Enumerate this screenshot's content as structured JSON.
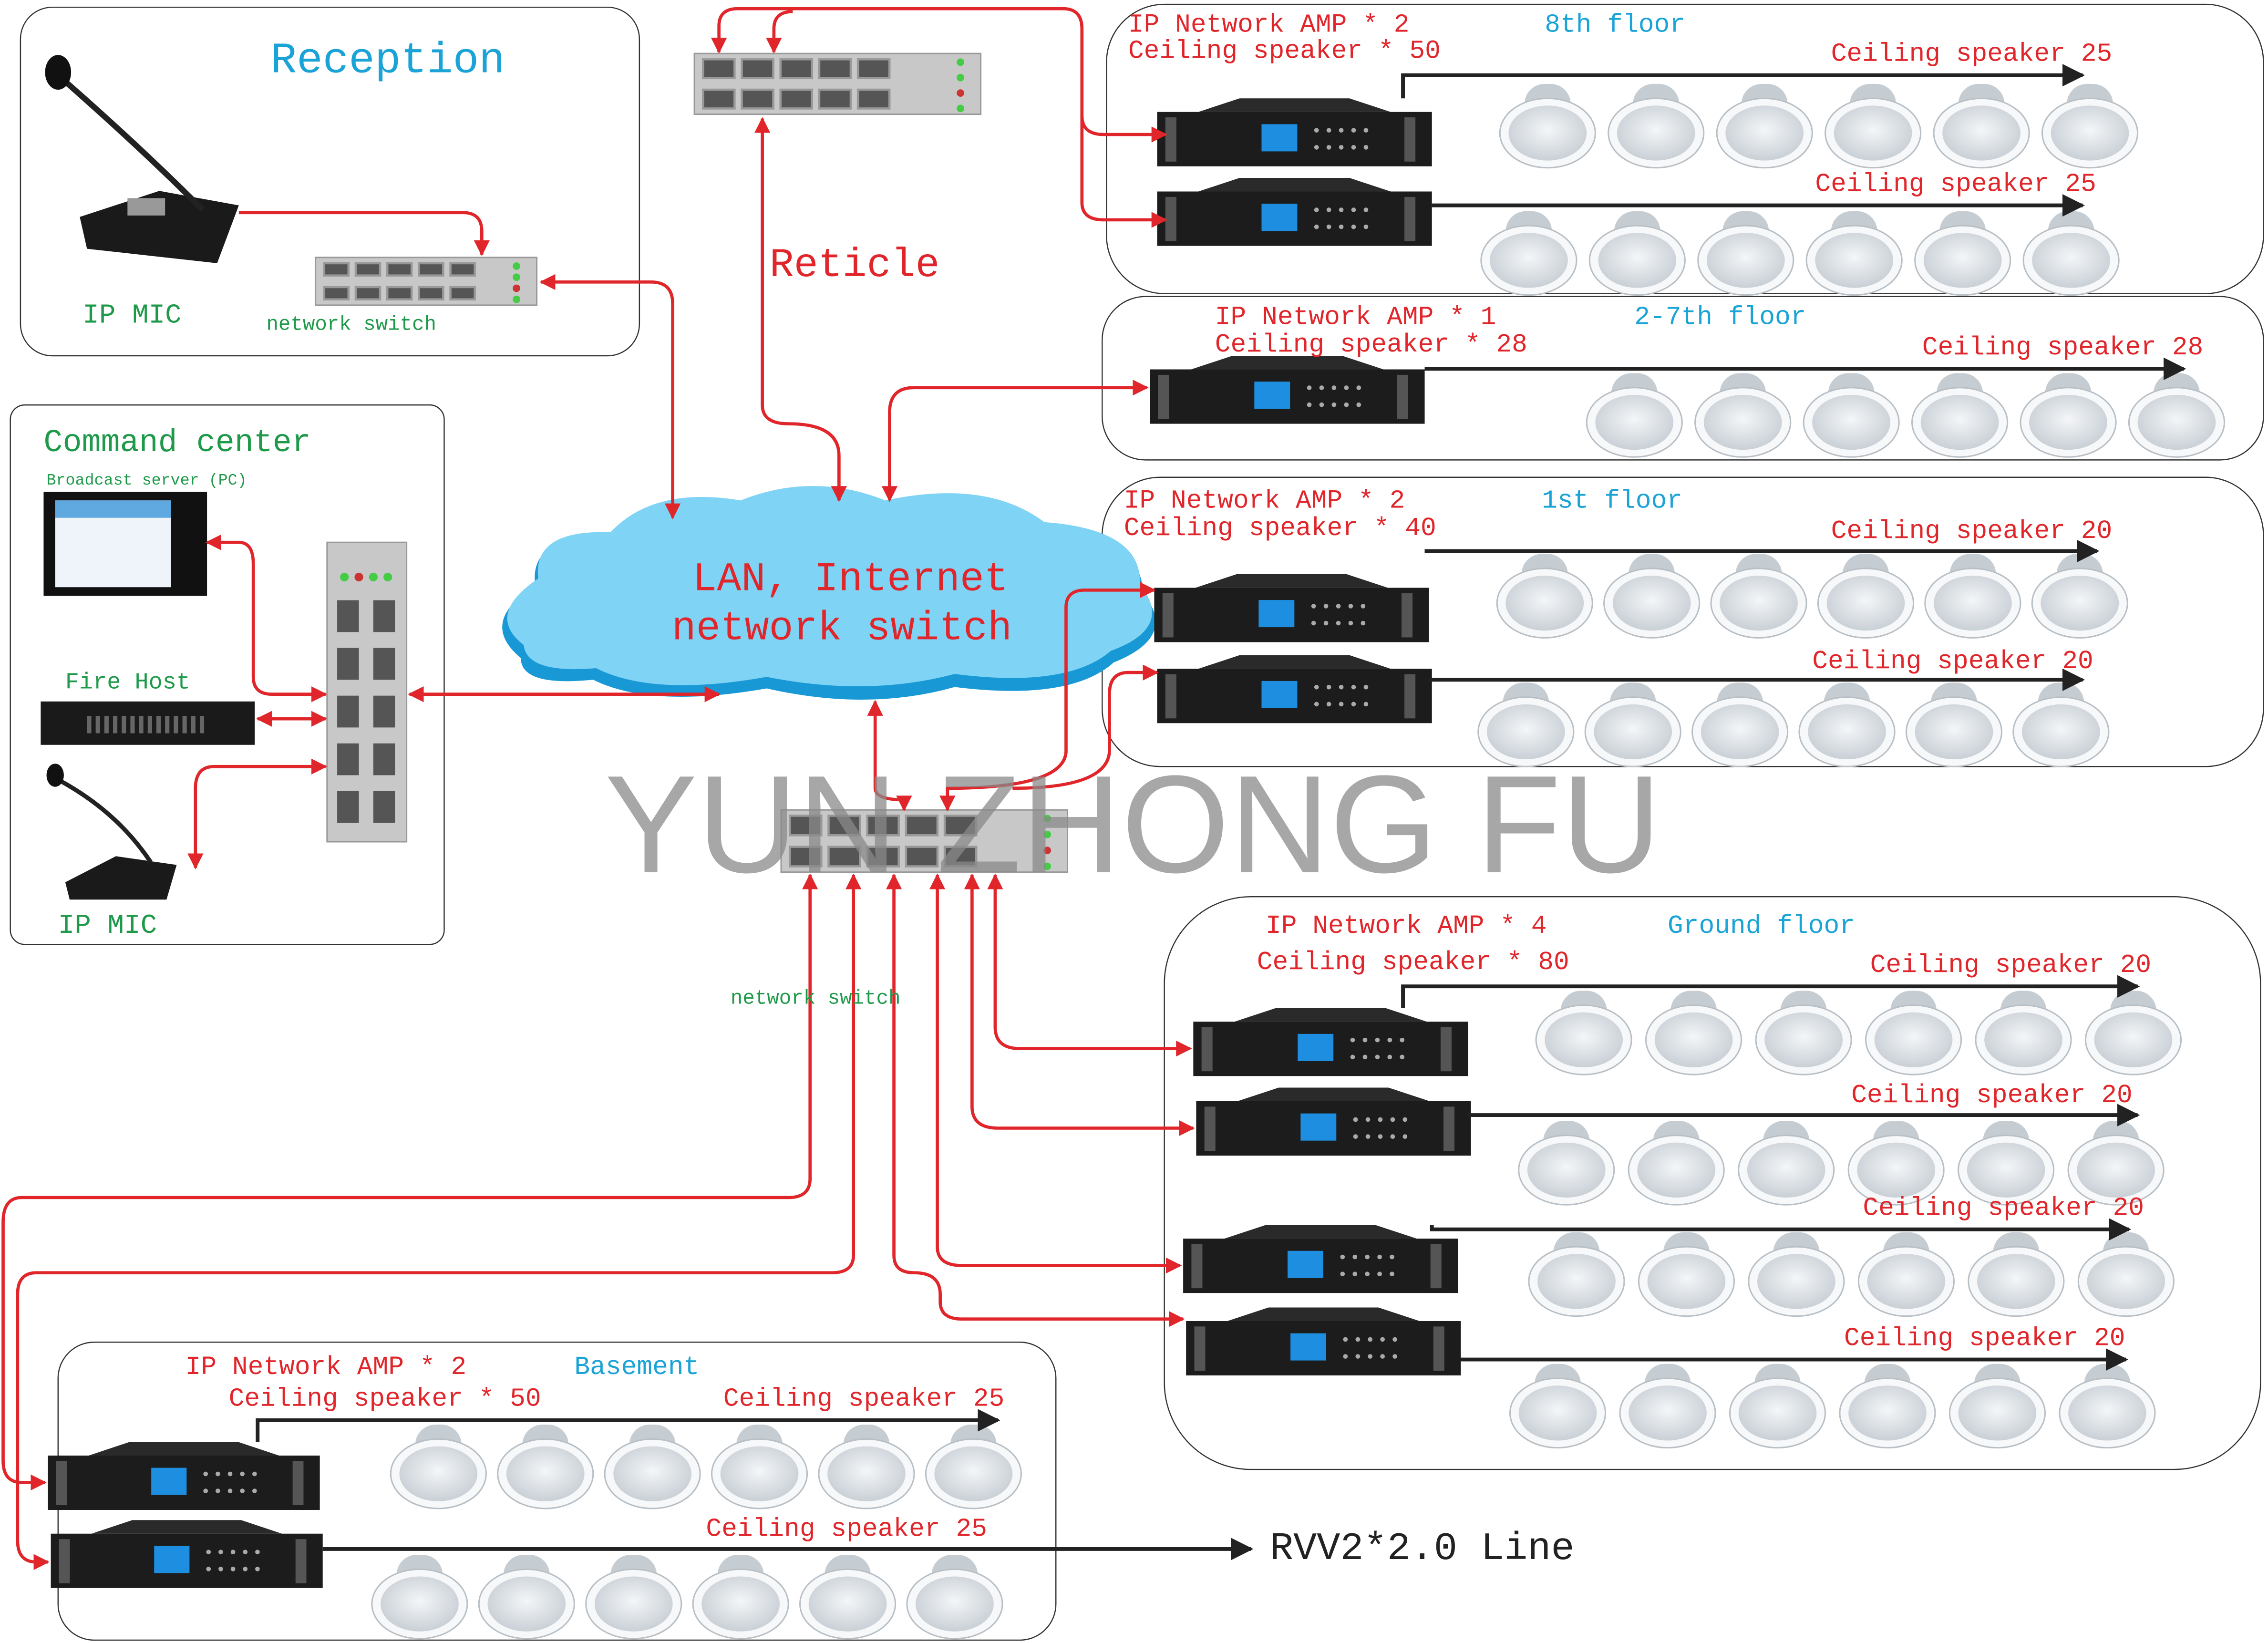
{
  "reception": {
    "title": "Reception",
    "mic_label": "IP  MIC",
    "switch_label": "network switch"
  },
  "reticle": {
    "label": "Reticle"
  },
  "cloud": {
    "line1": "LAN, Internet",
    "line2": "network switch"
  },
  "command_center": {
    "title": "Command center",
    "server_label": "Broadcast server (PC)",
    "fire_host_label": "Fire Host",
    "mic_label": "IP  MIC"
  },
  "central_switch": {
    "label": "network switch"
  },
  "watermark": "YUN ZHONG FU",
  "cable_label": "RVV2*2.0 Line",
  "zones": [
    {
      "floor": "8th floor",
      "amp_count": "IP Network AMP * 2",
      "speaker_count": "Ceiling  speaker * 50",
      "rows": [
        "Ceiling  speaker 25",
        "Ceiling  speaker 25"
      ]
    },
    {
      "floor": "2-7th floor",
      "amp_count": "IP Network AMP * 1",
      "speaker_count": "Ceiling  speaker * 28",
      "rows": [
        "Ceiling  speaker 28"
      ]
    },
    {
      "floor": "1st floor",
      "amp_count": "IP Network AMP * 2",
      "speaker_count": "Ceiling  speaker * 40",
      "rows": [
        "Ceiling  speaker 20",
        "Ceiling  speaker 20"
      ]
    },
    {
      "floor": "Ground floor",
      "amp_count": "IP Network AMP * 4",
      "speaker_count": "Ceiling  speaker * 80",
      "rows": [
        "Ceiling  speaker 20",
        "Ceiling  speaker 20",
        "Ceiling  speaker 20",
        "Ceiling  speaker 20"
      ]
    },
    {
      "floor": "Basement",
      "amp_count": "IP Network AMP * 2",
      "speaker_count": "Ceiling  speaker * 50",
      "rows": [
        "Ceiling  speaker 25",
        "Ceiling  speaker 25"
      ]
    }
  ],
  "colors": {
    "connection": "#e0262b",
    "zone_title": "#1aa3d6",
    "device_label": "#1f9a4a",
    "cloud": "#7fd3f5",
    "speaker_line": "#222222"
  }
}
